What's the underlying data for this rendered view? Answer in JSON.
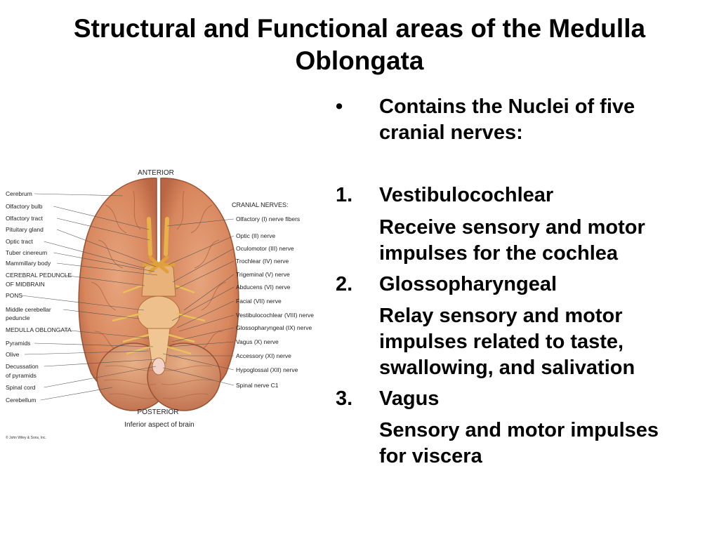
{
  "title_line1": "Structural and Functional areas of the Medulla",
  "title_line2": "Oblongata",
  "intro": {
    "marker": "•",
    "line1": "Contains the Nuclei of five",
    "line2": "cranial nerves:"
  },
  "items": [
    {
      "marker": "1.",
      "name": "Vestibulocochlear",
      "desc1": "Receive sensory and motor",
      "desc2": "impulses for the cochlea"
    },
    {
      "marker": "2.",
      "name": "Glossopharyngeal",
      "desc1": "Relay sensory and motor",
      "desc2": "impulses related to taste,",
      "desc3": "swallowing, and salivation"
    },
    {
      "marker": "3.",
      "name": "Vagus",
      "desc1": "Sensory and motor impulses",
      "desc2": "for viscera"
    }
  ],
  "figure": {
    "anterior": "ANTERIOR",
    "posterior": "POSTERIOR",
    "caption": "Inferior aspect of brain",
    "copyright": "© John Wiley & Sons, Inc.",
    "cranial_header": "CRANIAL NERVES:",
    "left_labels": [
      "Cerebrum",
      "Olfactory bulb",
      "Olfactory tract",
      "Pituitary gland",
      "Optic tract",
      "Tuber cinereum",
      "Mammillary body",
      "CEREBRAL PEDUNCLE",
      "OF MIDBRAIN",
      "PONS",
      "Middle cerebellar",
      "peduncle",
      "MEDULLA OBLONGATA",
      "Pyramids",
      "Olive",
      "Decussation",
      "of pyramids",
      "Spinal cord",
      "Cerebellum"
    ],
    "right_labels": [
      "Olfactory (I) nerve fibers",
      "Optic (II) nerve",
      "Oculomotor (III) nerve",
      "Trochlear (IV) nerve",
      "Trigeminal (V) nerve",
      "Abducens (VI) nerve",
      "Facial (VII) nerve",
      "Vestibulocochlear (VIII) nerve",
      "Glossopharyngeal (IX) nerve",
      "Vagus (X) nerve",
      "Accessory (XI) nerve",
      "Hypoglossal (XII) nerve",
      "Spinal nerve C1"
    ]
  }
}
